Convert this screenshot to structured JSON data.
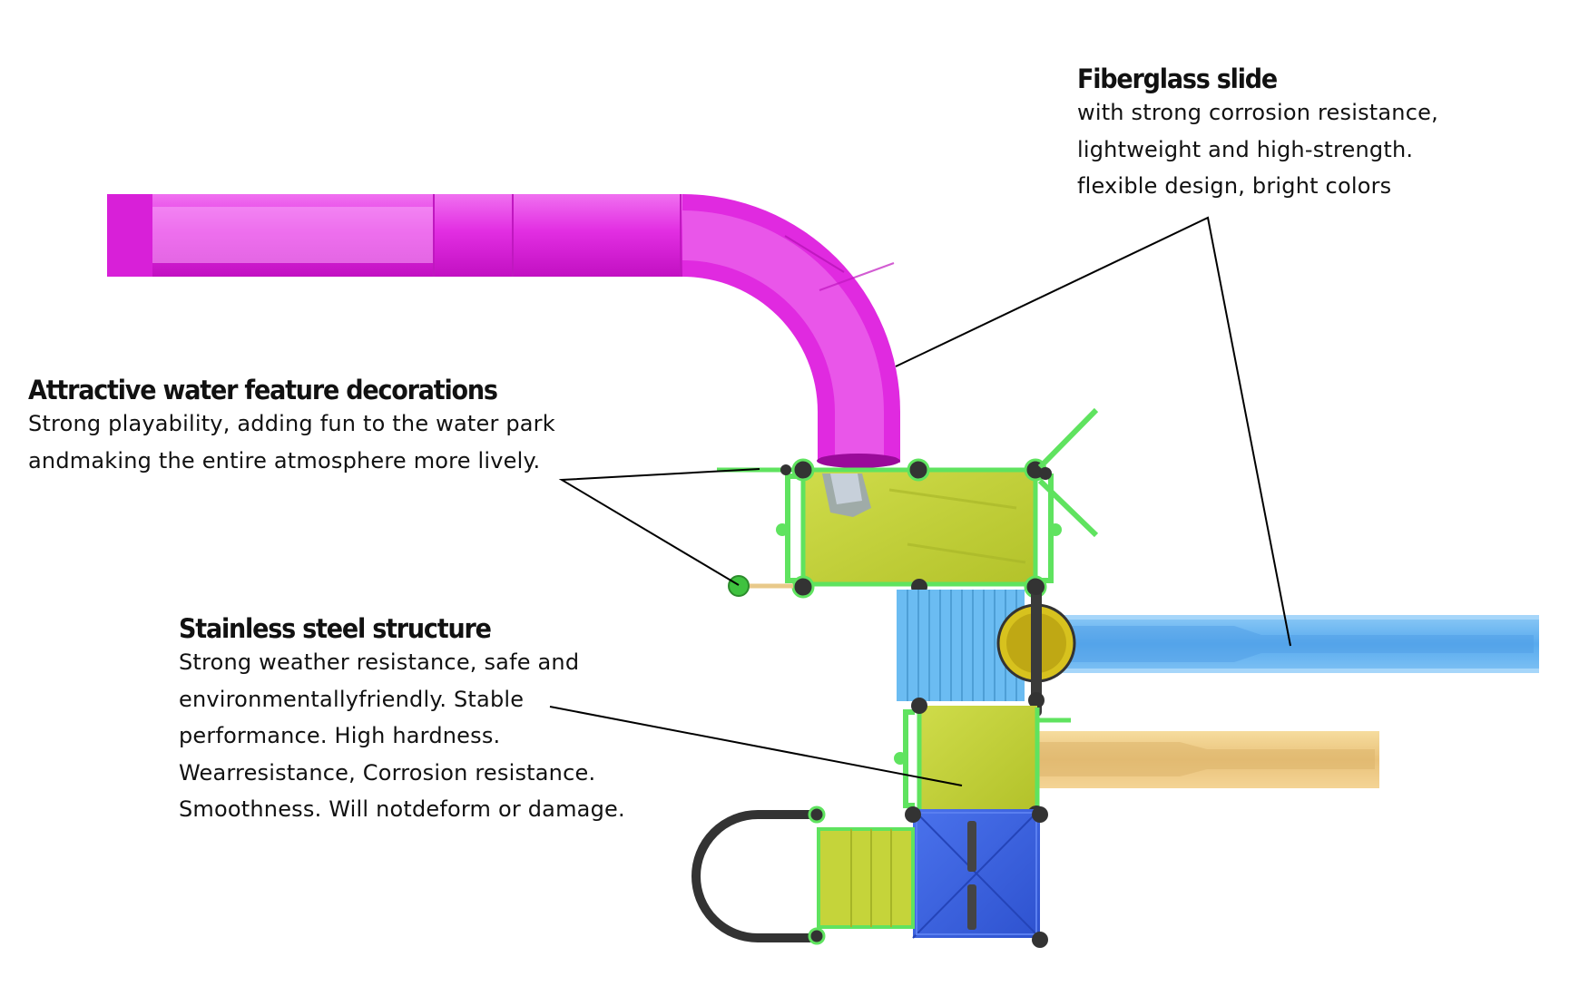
{
  "callouts": {
    "slide": {
      "title": "Fiberglass slide",
      "lines": [
        "with strong corrosion resistance,",
        "lightweight and high-strength.",
        "flexible design, bright colors"
      ]
    },
    "water": {
      "title": "Attractive water feature decorations",
      "lines": [
        "Strong playability, adding fun to the water park",
        "andmaking the entire atmosphere more lively."
      ]
    },
    "steel": {
      "title": "Stainless steel structure",
      "lines": [
        "Strong weather resistance, safe and",
        "environmentallyfriendly. Stable",
        "performance. High hardness.",
        "Wearresistance, Corrosion resistance.",
        "Smoothness. Will notdeform or damage."
      ]
    }
  },
  "colors": {
    "magenta_slide": "#e61ee6",
    "blue_slide": "#5aaef0",
    "tan_slide": "#f2cf8a",
    "platform_yellow": "#c5d43a",
    "frame_green": "#5fe35f",
    "roof_blue": "#3b62e0",
    "stair_blue": "#6bbcf2",
    "tube_yellow": "#d7c21e",
    "post_dark": "#3a3a3a"
  }
}
